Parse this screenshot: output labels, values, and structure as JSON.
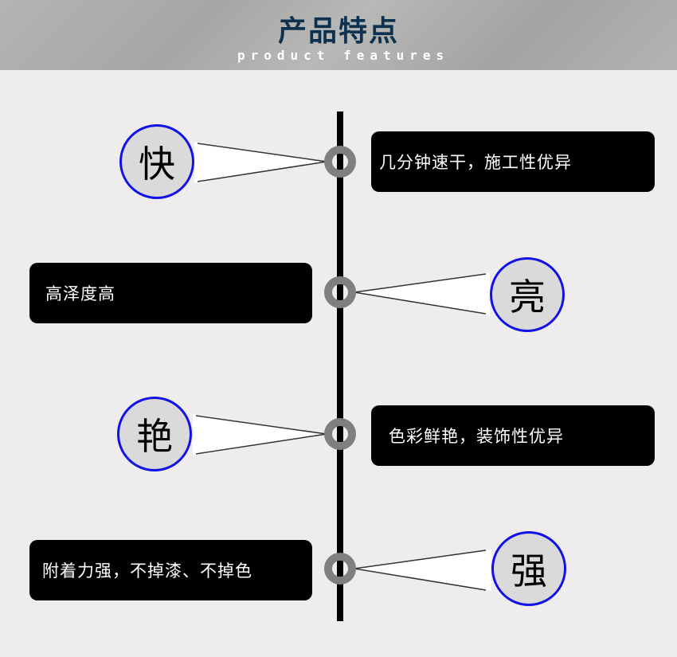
{
  "header": {
    "title": "产品特点",
    "subtitle": "product features"
  },
  "features": [
    {
      "icon_char": "快",
      "text": "几分钟速干，施工性优异"
    },
    {
      "icon_char": "亮",
      "text": "高泽度高"
    },
    {
      "icon_char": "艳",
      "text": "色彩鲜艳，装饰性优异"
    },
    {
      "icon_char": "强",
      "text": "附着力强，不掉漆、不掉色"
    }
  ],
  "colors": {
    "title": "#0f3150",
    "circle_border": "#1212e8",
    "node": "#7f7f7f"
  }
}
